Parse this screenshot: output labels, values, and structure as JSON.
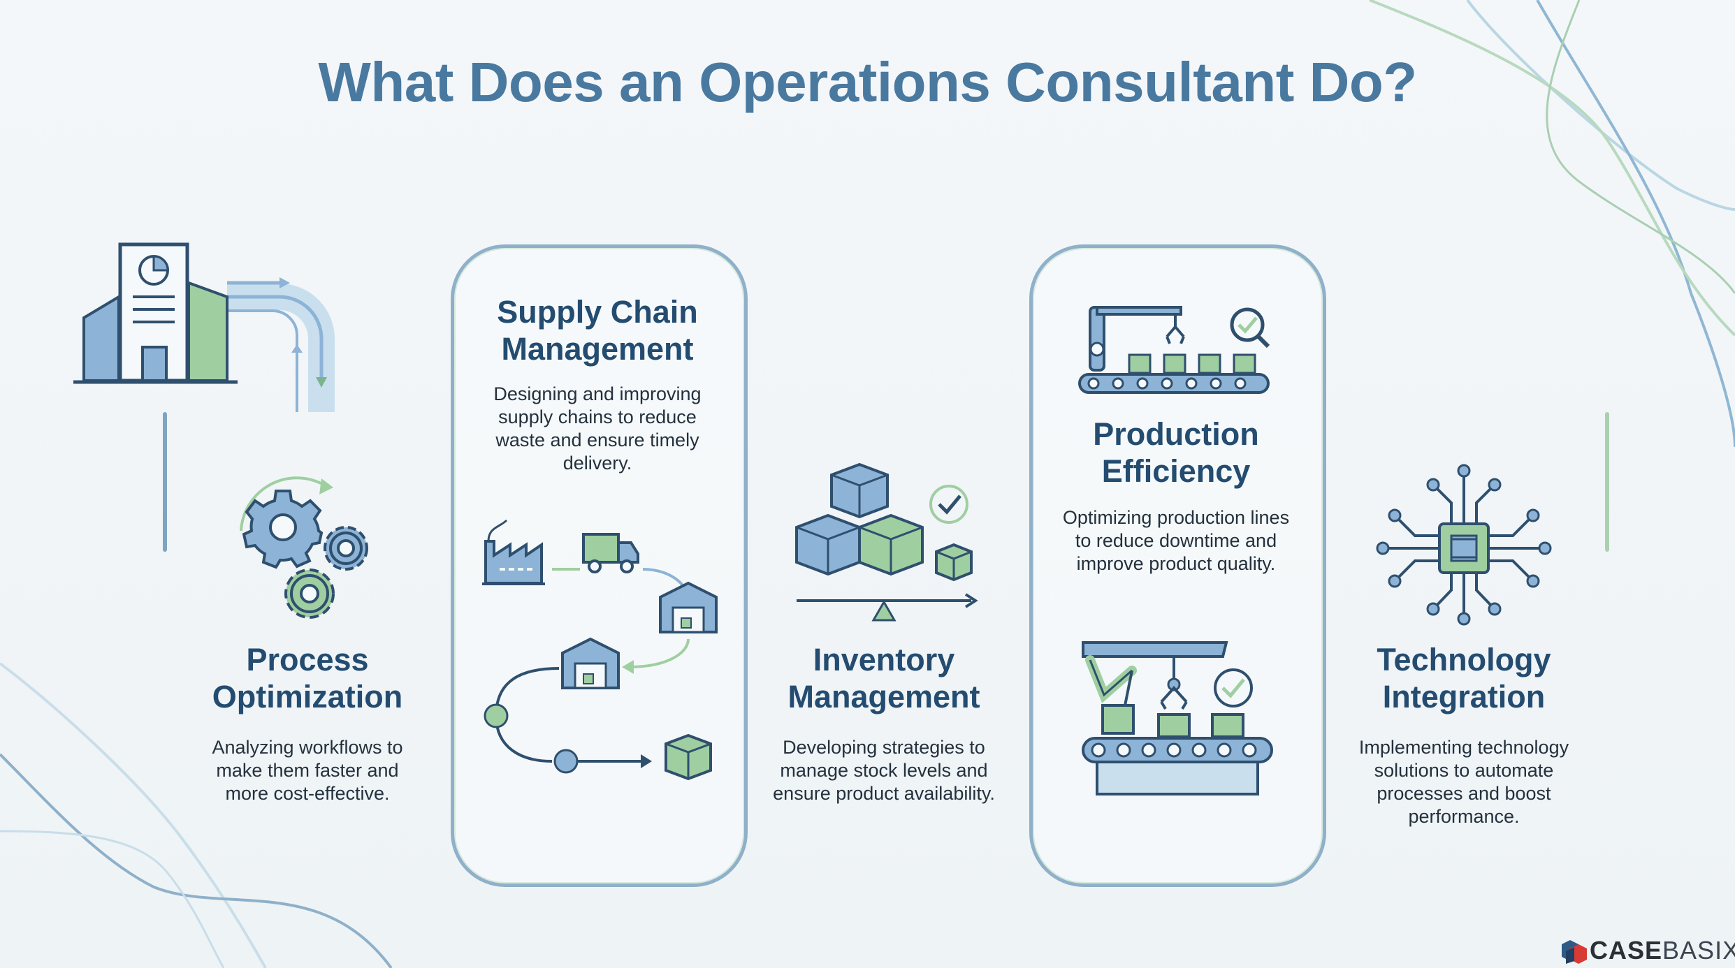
{
  "title": "What Does an Operations Consultant Do?",
  "columns": [
    {
      "heading_lines": [
        "Process",
        "Optimization"
      ],
      "description_lines": [
        "Analyzing workflows to",
        "make them faster and",
        "more cost-effective."
      ],
      "icon": "gears-icon"
    },
    {
      "heading_lines": [
        "Supply Chain",
        "Management"
      ],
      "description_lines": [
        "Designing and improving",
        "supply chains to reduce",
        "waste and ensure timely",
        "delivery."
      ],
      "icon": "supply-chain-flow-icon"
    },
    {
      "heading_lines": [
        "Inventory",
        "Management"
      ],
      "description_lines": [
        "Developing strategies to",
        "manage stock levels and",
        "ensure product availability."
      ],
      "icon": "inventory-boxes-icon"
    },
    {
      "heading_lines": [
        "Production",
        "Efficiency"
      ],
      "description_lines": [
        "Optimizing production lines",
        "to reduce downtime and",
        "improve product quality."
      ],
      "icon": "conveyor-robot-icon"
    },
    {
      "heading_lines": [
        "Technology",
        "Integration"
      ],
      "description_lines": [
        "Implementing technology",
        "solutions to automate",
        "processes and boost",
        "performance."
      ],
      "icon": "circuit-chip-icon"
    }
  ],
  "logo": {
    "bold": "CASE",
    "light": "BASIX"
  },
  "colors": {
    "title": "#4a79a0",
    "heading": "#244c70",
    "body_text": "#24313d",
    "icon_blue": "#8db3d6",
    "icon_green": "#9fcfa0",
    "outline": "#2f4f6e",
    "card_border": "#8fb0c9"
  }
}
